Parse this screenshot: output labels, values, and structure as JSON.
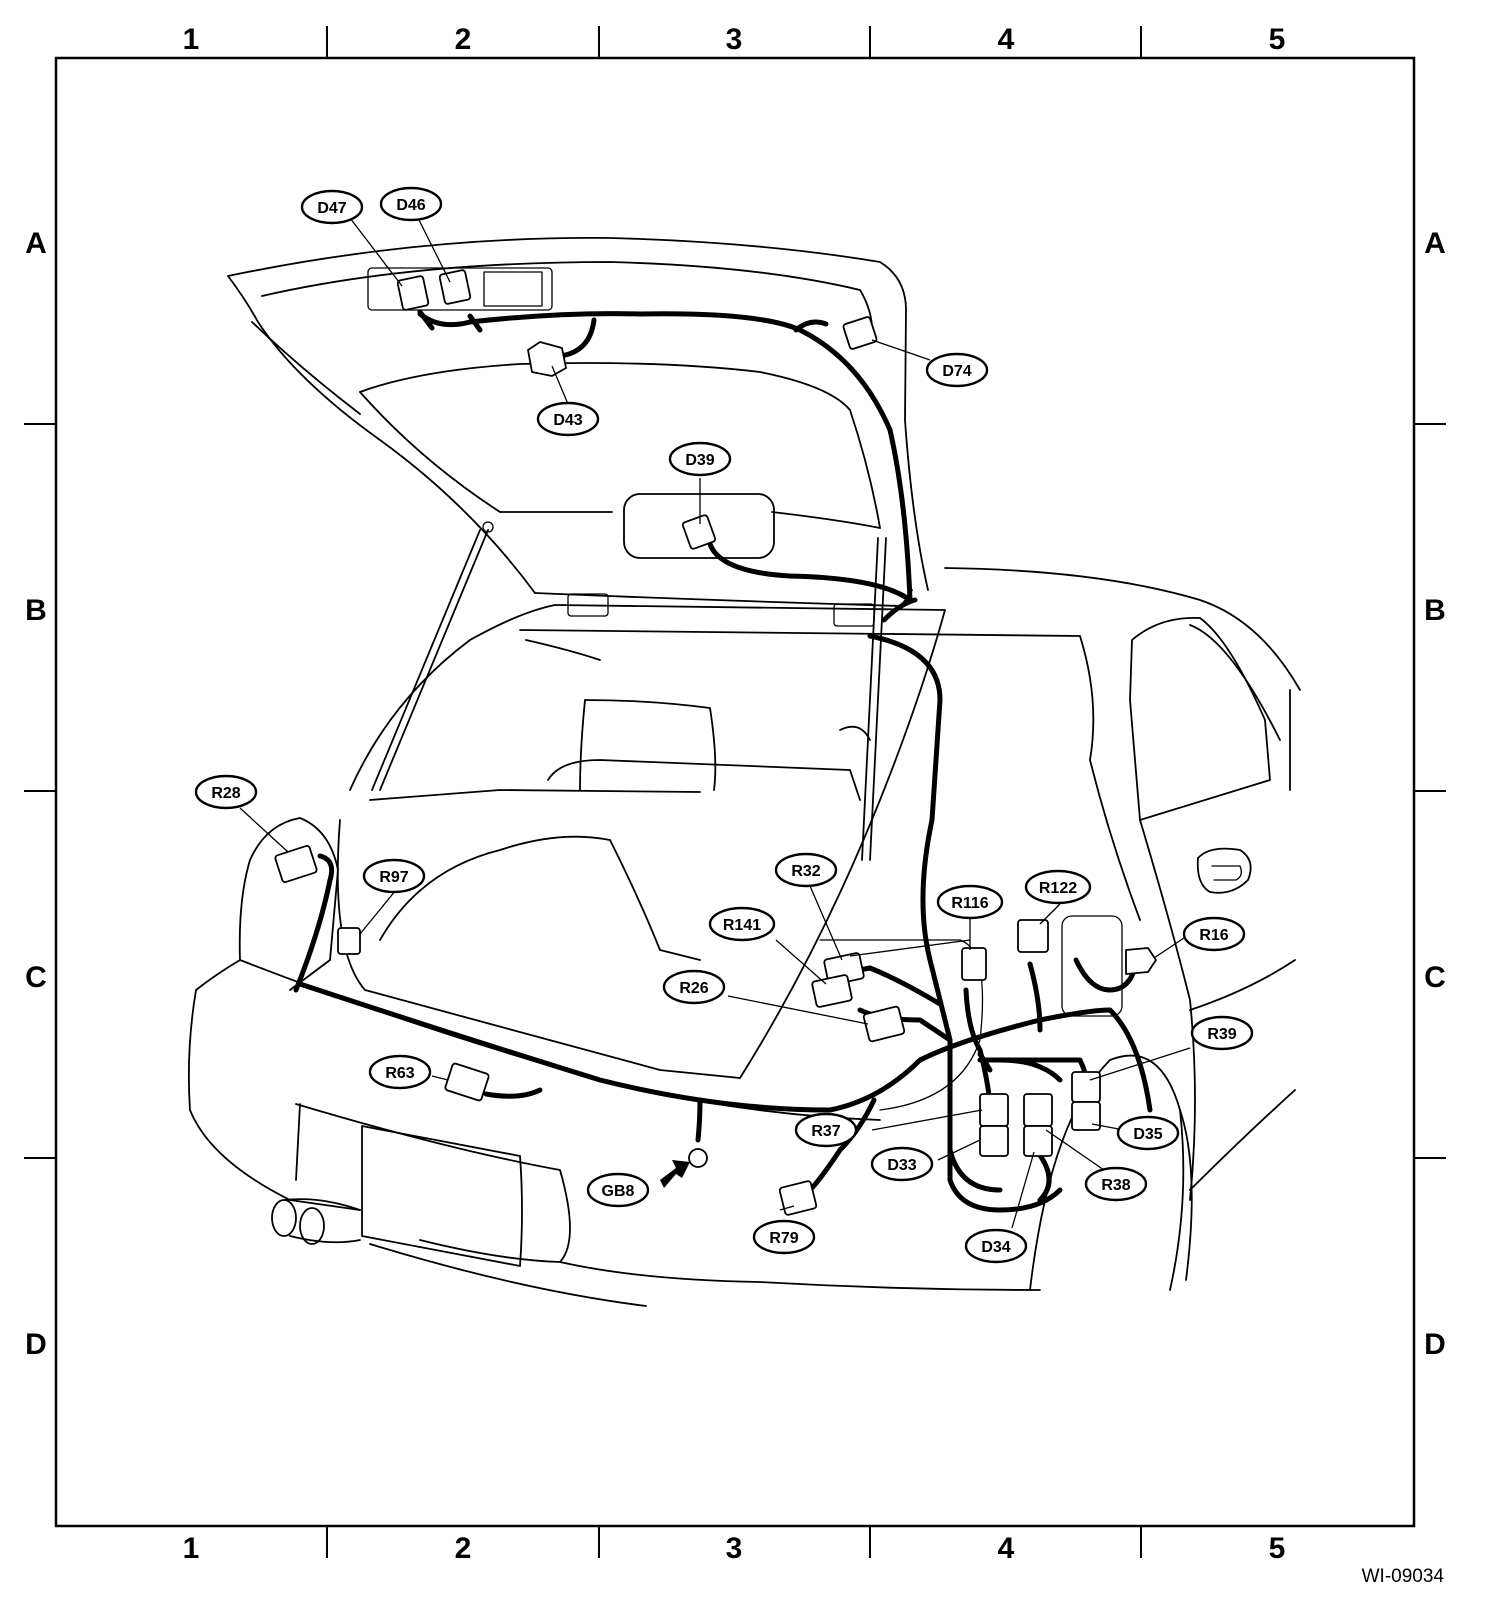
{
  "grid": {
    "columns": [
      "1",
      "2",
      "3",
      "4",
      "5"
    ],
    "rows": [
      "A",
      "B",
      "C",
      "D"
    ]
  },
  "connectors": [
    "D47",
    "D46",
    "D74",
    "D43",
    "D39",
    "R28",
    "R97",
    "R32",
    "R141",
    "R116",
    "R122",
    "R16",
    "R26",
    "R63",
    "R39",
    "R37",
    "D35",
    "D33",
    "R38",
    "GB8",
    "R79",
    "D34"
  ],
  "document_id": "WI-09034"
}
